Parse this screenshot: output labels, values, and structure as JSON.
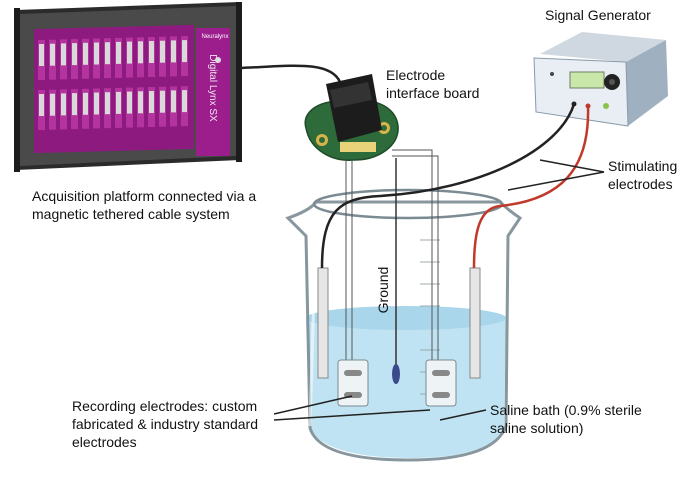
{
  "labels": {
    "signal_generator": "Signal Generator",
    "electrode_board": [
      "Electrode",
      "interface board"
    ],
    "acquisition": [
      "Acquisition platform connected via a",
      "magnetic tethered cable system"
    ],
    "stimulating": [
      "Stimulating",
      "electrodes"
    ],
    "ground": "Ground",
    "recording": [
      "Recording electrodes: custom",
      "fabricated & industry standard",
      "electrodes"
    ],
    "saline": [
      "Saline bath (0.9% sterile",
      "saline solution)"
    ]
  },
  "device": {
    "brand_text": "Digital Lynx SX",
    "logo_text": "Neuralynx"
  },
  "colors": {
    "rack_purple": "#9b1e8c",
    "rack_frame": "#3a3a3a",
    "water": "#bfe3f2",
    "beaker_glass": "#eef3f5",
    "stim_wire_red": "#c0392b",
    "cable_black": "#222222",
    "generator_body": "#e8eef4",
    "generator_display": "#c9e7a8",
    "pcb_green": "#2e6b3a"
  }
}
